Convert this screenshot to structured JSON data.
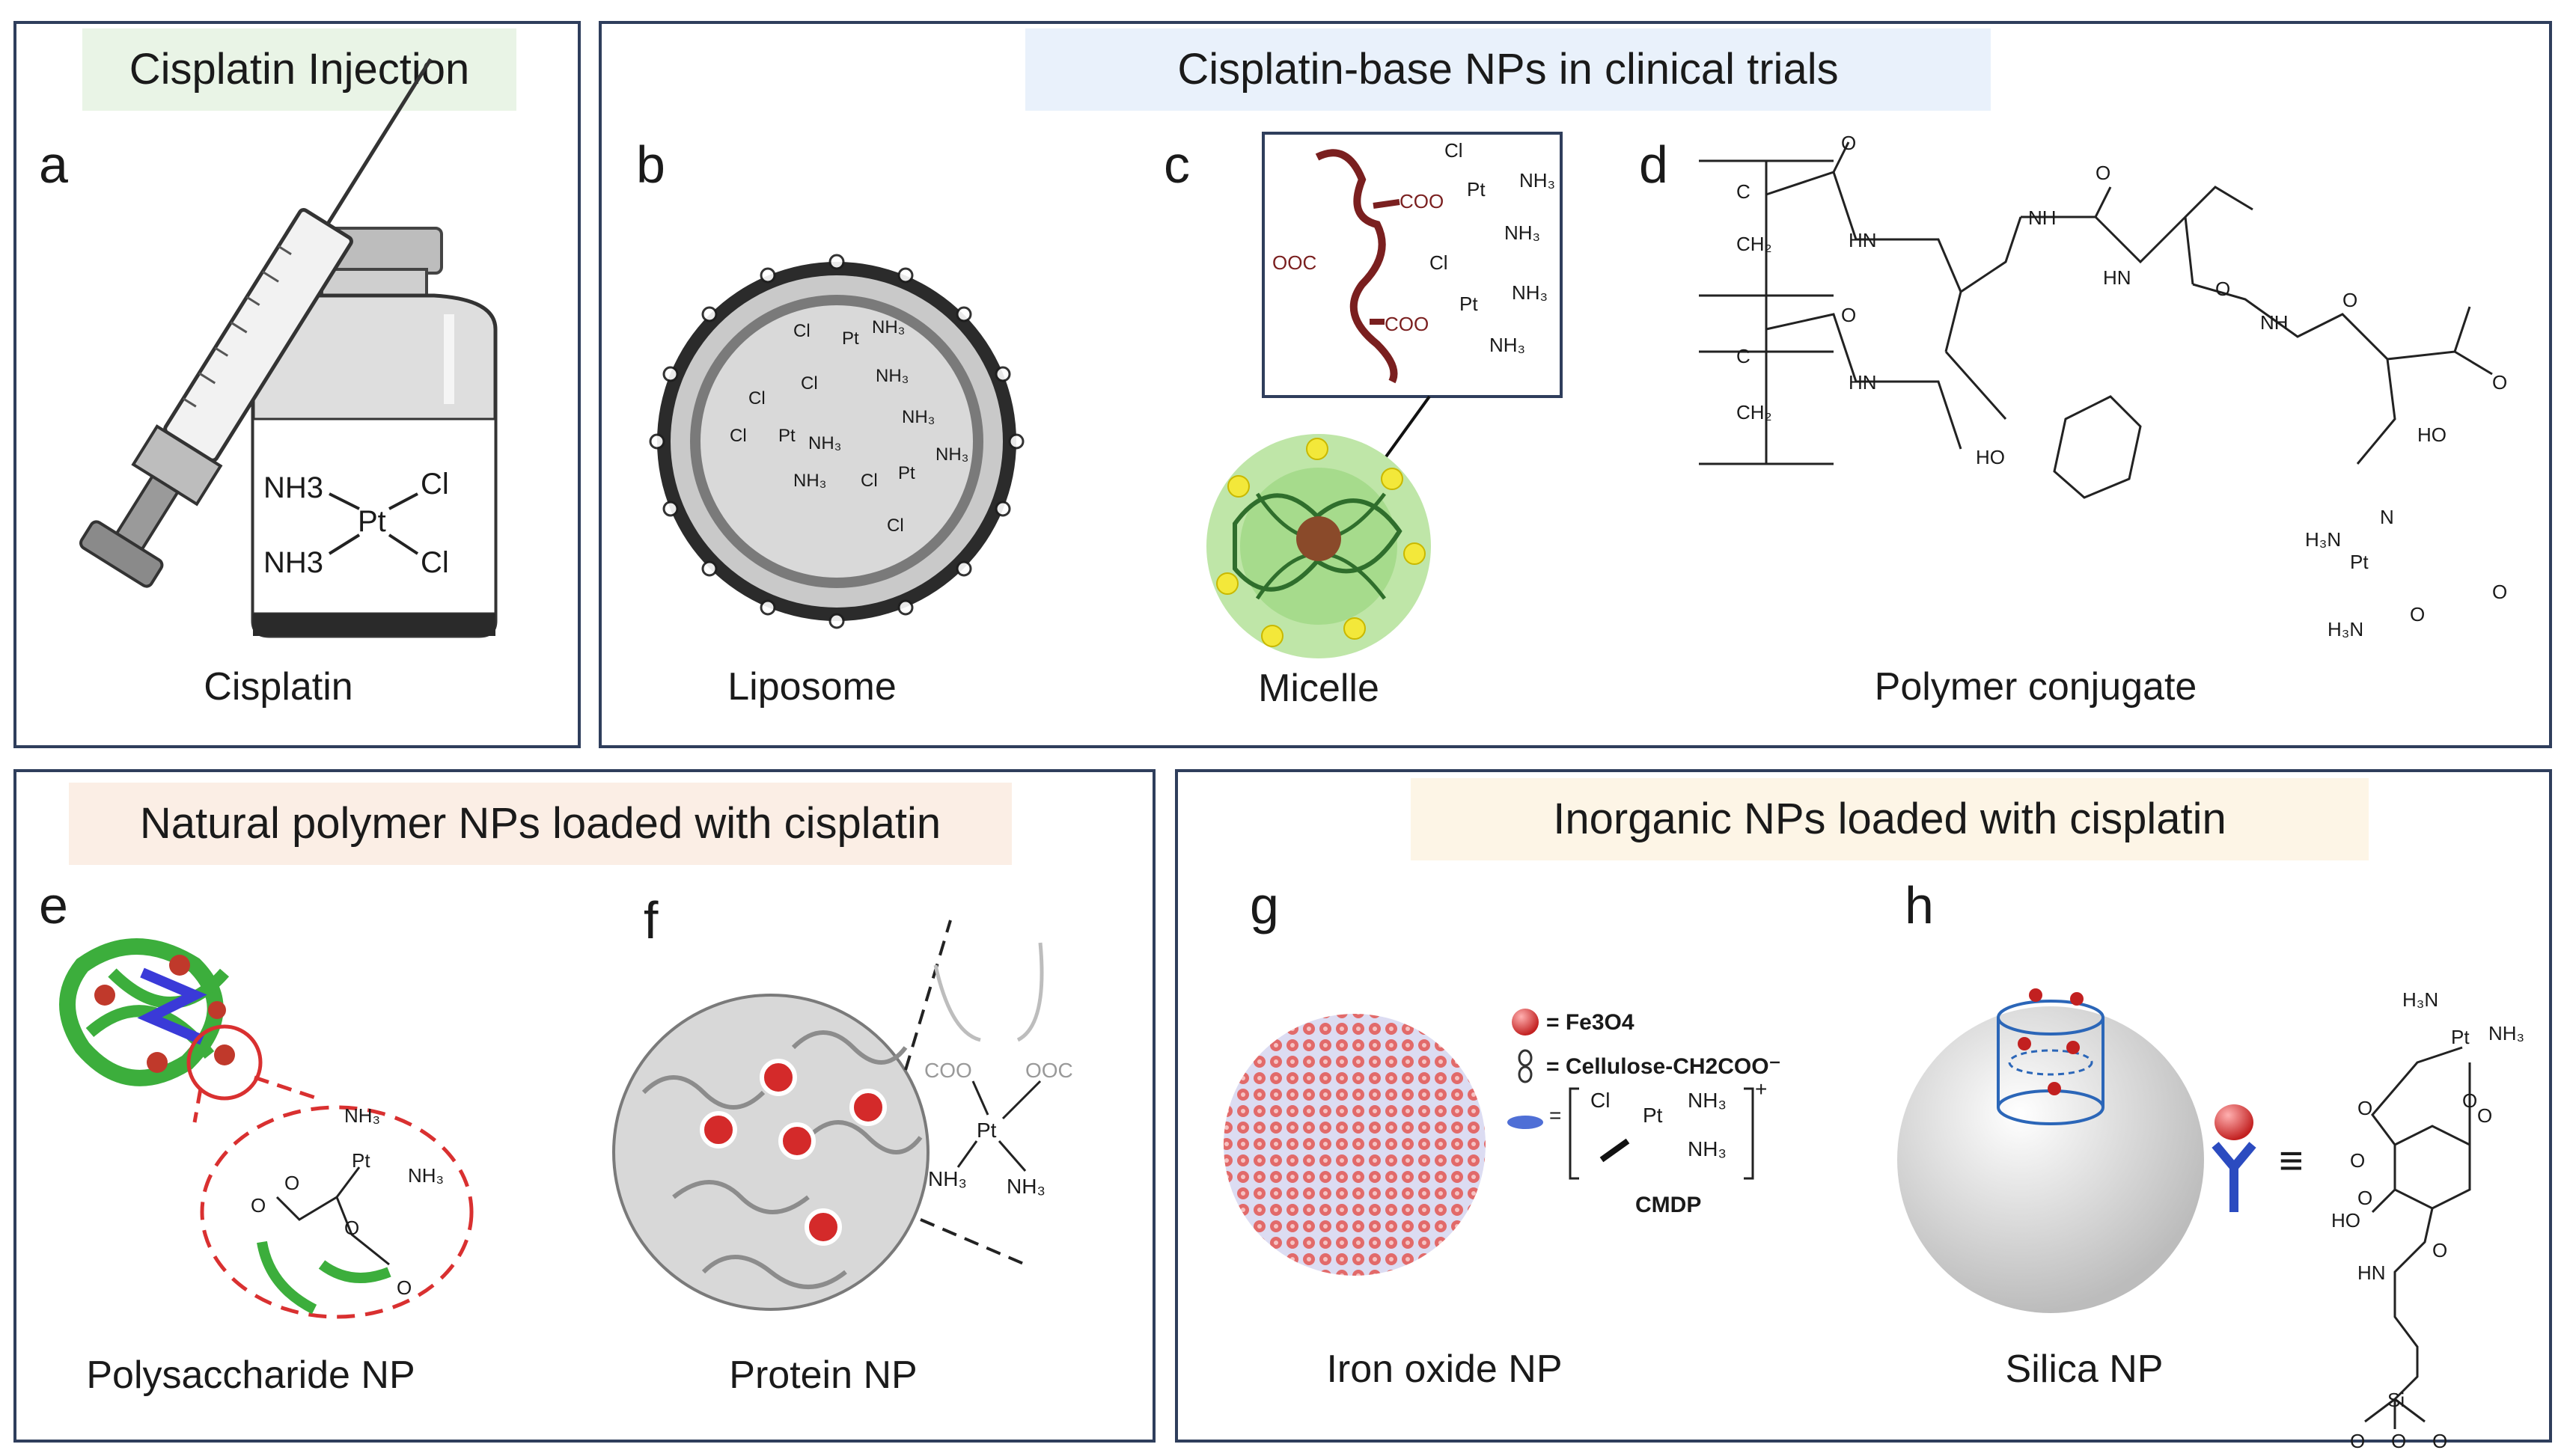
{
  "panels": {
    "cisplatin_injection": {
      "title": "Cisplatin Injection",
      "letter": "a",
      "caption": "Cisplatin",
      "vial_formula": {
        "nh3_top": "NH3",
        "nh3_bottom": "NH3",
        "pt": "Pt",
        "cl_top": "Cl",
        "cl_bottom": "Cl"
      }
    },
    "clinical_trials": {
      "title": "Cisplatin-base NPs in clinical trials",
      "items": [
        {
          "letter": "b",
          "caption": "Liposome"
        },
        {
          "letter": "c",
          "caption": "Micelle"
        },
        {
          "letter": "d",
          "caption": "Polymer conjugate"
        }
      ]
    },
    "natural_polymer": {
      "title": "Natural polymer NPs loaded with cisplatin",
      "items": [
        {
          "letter": "e",
          "caption": "Polysaccharide NP"
        },
        {
          "letter": "f",
          "caption": "Protein NP"
        }
      ]
    },
    "inorganic": {
      "title": "Inorganic NPs loaded with cisplatin",
      "items": [
        {
          "letter": "g",
          "caption": "Iron oxide NP"
        },
        {
          "letter": "h",
          "caption": "Silica NP"
        }
      ],
      "legend": {
        "fe3o4": "= Fe3O4",
        "cellulose": "= Cellulose-CH2COO⁻",
        "cmdp": "CMDP"
      }
    }
  },
  "colors": {
    "border": "#2f3e5c",
    "title_green_bg": "#e9f4e6",
    "title_blue_bg": "#e9f1fb",
    "title_peach_bg": "#fbeee5",
    "title_cream_bg": "#fdf5e6",
    "pt_red": "#d63a3a",
    "micelle_green": "#9ed68a",
    "polymer_brown": "#7a1f1f"
  }
}
